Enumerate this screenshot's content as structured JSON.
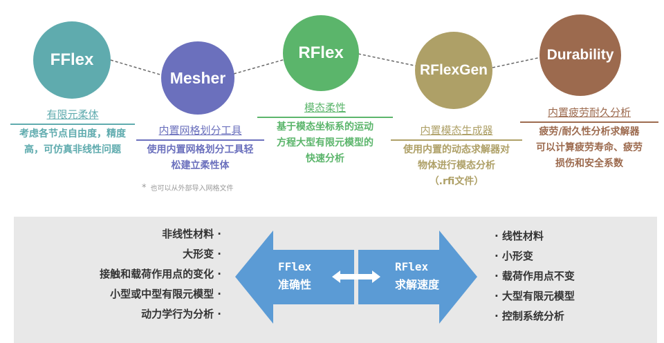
{
  "nodes": [
    {
      "id": "fflex",
      "label": "FFlex",
      "color": "#5fabae"
    },
    {
      "id": "mesher",
      "label": "Mesher",
      "color": "#6b70bd"
    },
    {
      "id": "rflex",
      "label": "RFlex",
      "color": "#5bb56b"
    },
    {
      "id": "rflexgen",
      "label": "RFlexGen",
      "color": "#aea067"
    },
    {
      "id": "durability",
      "label": "Durability",
      "color": "#9c6a4e"
    }
  ],
  "columns": [
    {
      "title": "有限元柔体",
      "lines": [
        "考虑各节点自由度，精度",
        "高，可仿真非线性问题"
      ],
      "color": "#5fabae"
    },
    {
      "title": "内置网格划分工具",
      "lines": [
        "使用内置网格划分工具轻",
        "松建立柔性体"
      ],
      "color": "#6b70bd"
    },
    {
      "title": "模态柔性",
      "lines": [
        "基于模态坐标系的运动",
        "方程大型有限元模型的",
        "快速分析"
      ],
      "color": "#5bb56b"
    },
    {
      "title": "内置模态生成器",
      "lines": [
        "使用内置的动态求解器对",
        "物体进行模态分析",
        "（.rfi文件）"
      ],
      "color": "#aea067"
    },
    {
      "title": "内置疲劳耐久分析",
      "lines": [
        "疲劳/耐久性分析求解器",
        "可以计算疲劳寿命、疲劳",
        "损伤和安全系数"
      ],
      "color": "#9c6a4e"
    }
  ],
  "mesher_note": {
    "star": "*",
    "text": "也可以从外部导入网格文件"
  },
  "comparison": {
    "left_items": [
      "非线性材料 ·",
      "大形变 ·",
      "接触和载荷作用点的变化 ·",
      "小型或中型有限元模型 ·",
      "动力学行为分析 ·"
    ],
    "right_items": [
      "· 线性材料",
      "· 小形变",
      "· 载荷作用点不变",
      "· 大型有限元模型",
      "· 控制系统分析"
    ],
    "left_arrow": {
      "line1": "FFlex",
      "line2": "准确性"
    },
    "right_arrow": {
      "line1": "RFlex",
      "line2": "求解速度"
    },
    "arrow_color": "#5b9bd5"
  }
}
